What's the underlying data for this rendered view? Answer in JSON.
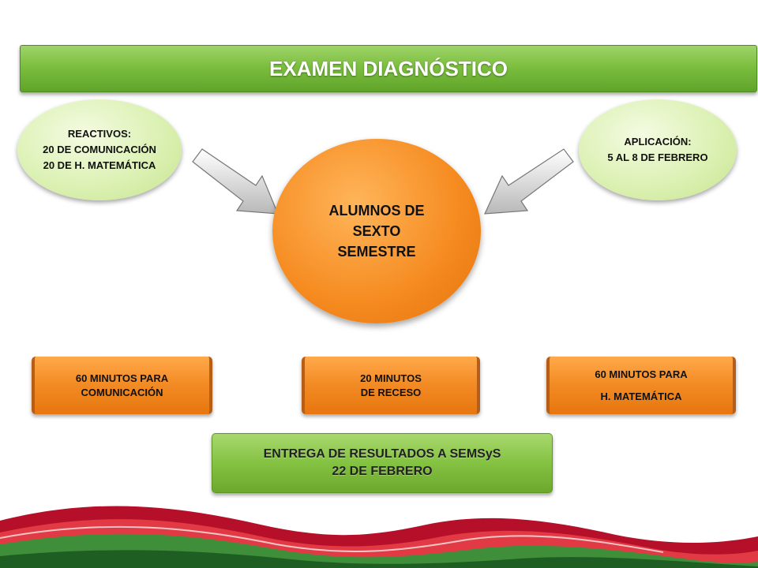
{
  "title": "EXAMEN DIAGNÓSTICO",
  "reactivos": {
    "line1": "REACTIVOS:",
    "line2": "20 DE COMUNICACIÓN",
    "line3": "20 DE H. MATEMÁTICA"
  },
  "aplicacion": {
    "line1": "APLICACIÓN:",
    "line2": "5 AL 8 DE FEBRERO"
  },
  "center": {
    "line1": "ALUMNOS DE",
    "line2": "SEXTO",
    "line3": "SEMESTRE"
  },
  "boxes": [
    {
      "line1": "60 MINUTOS PARA",
      "line2": "COMUNICACIÓN"
    },
    {
      "line1": "20 MINUTOS",
      "line2": "DE RECESO"
    },
    {
      "line1": "60 MINUTOS PARA",
      "line2": "H. MATEMÁTICA"
    }
  ],
  "entrega": {
    "line1": "ENTREGA DE RESULTADOS  A SEMSyS",
    "line2": "22 DE FEBRERO"
  },
  "colors": {
    "green": "#7cbf3f",
    "light_green": "#dcf1b4",
    "orange": "#f28a23",
    "footer_red": "#c8102e",
    "footer_green": "#2e7d32"
  }
}
